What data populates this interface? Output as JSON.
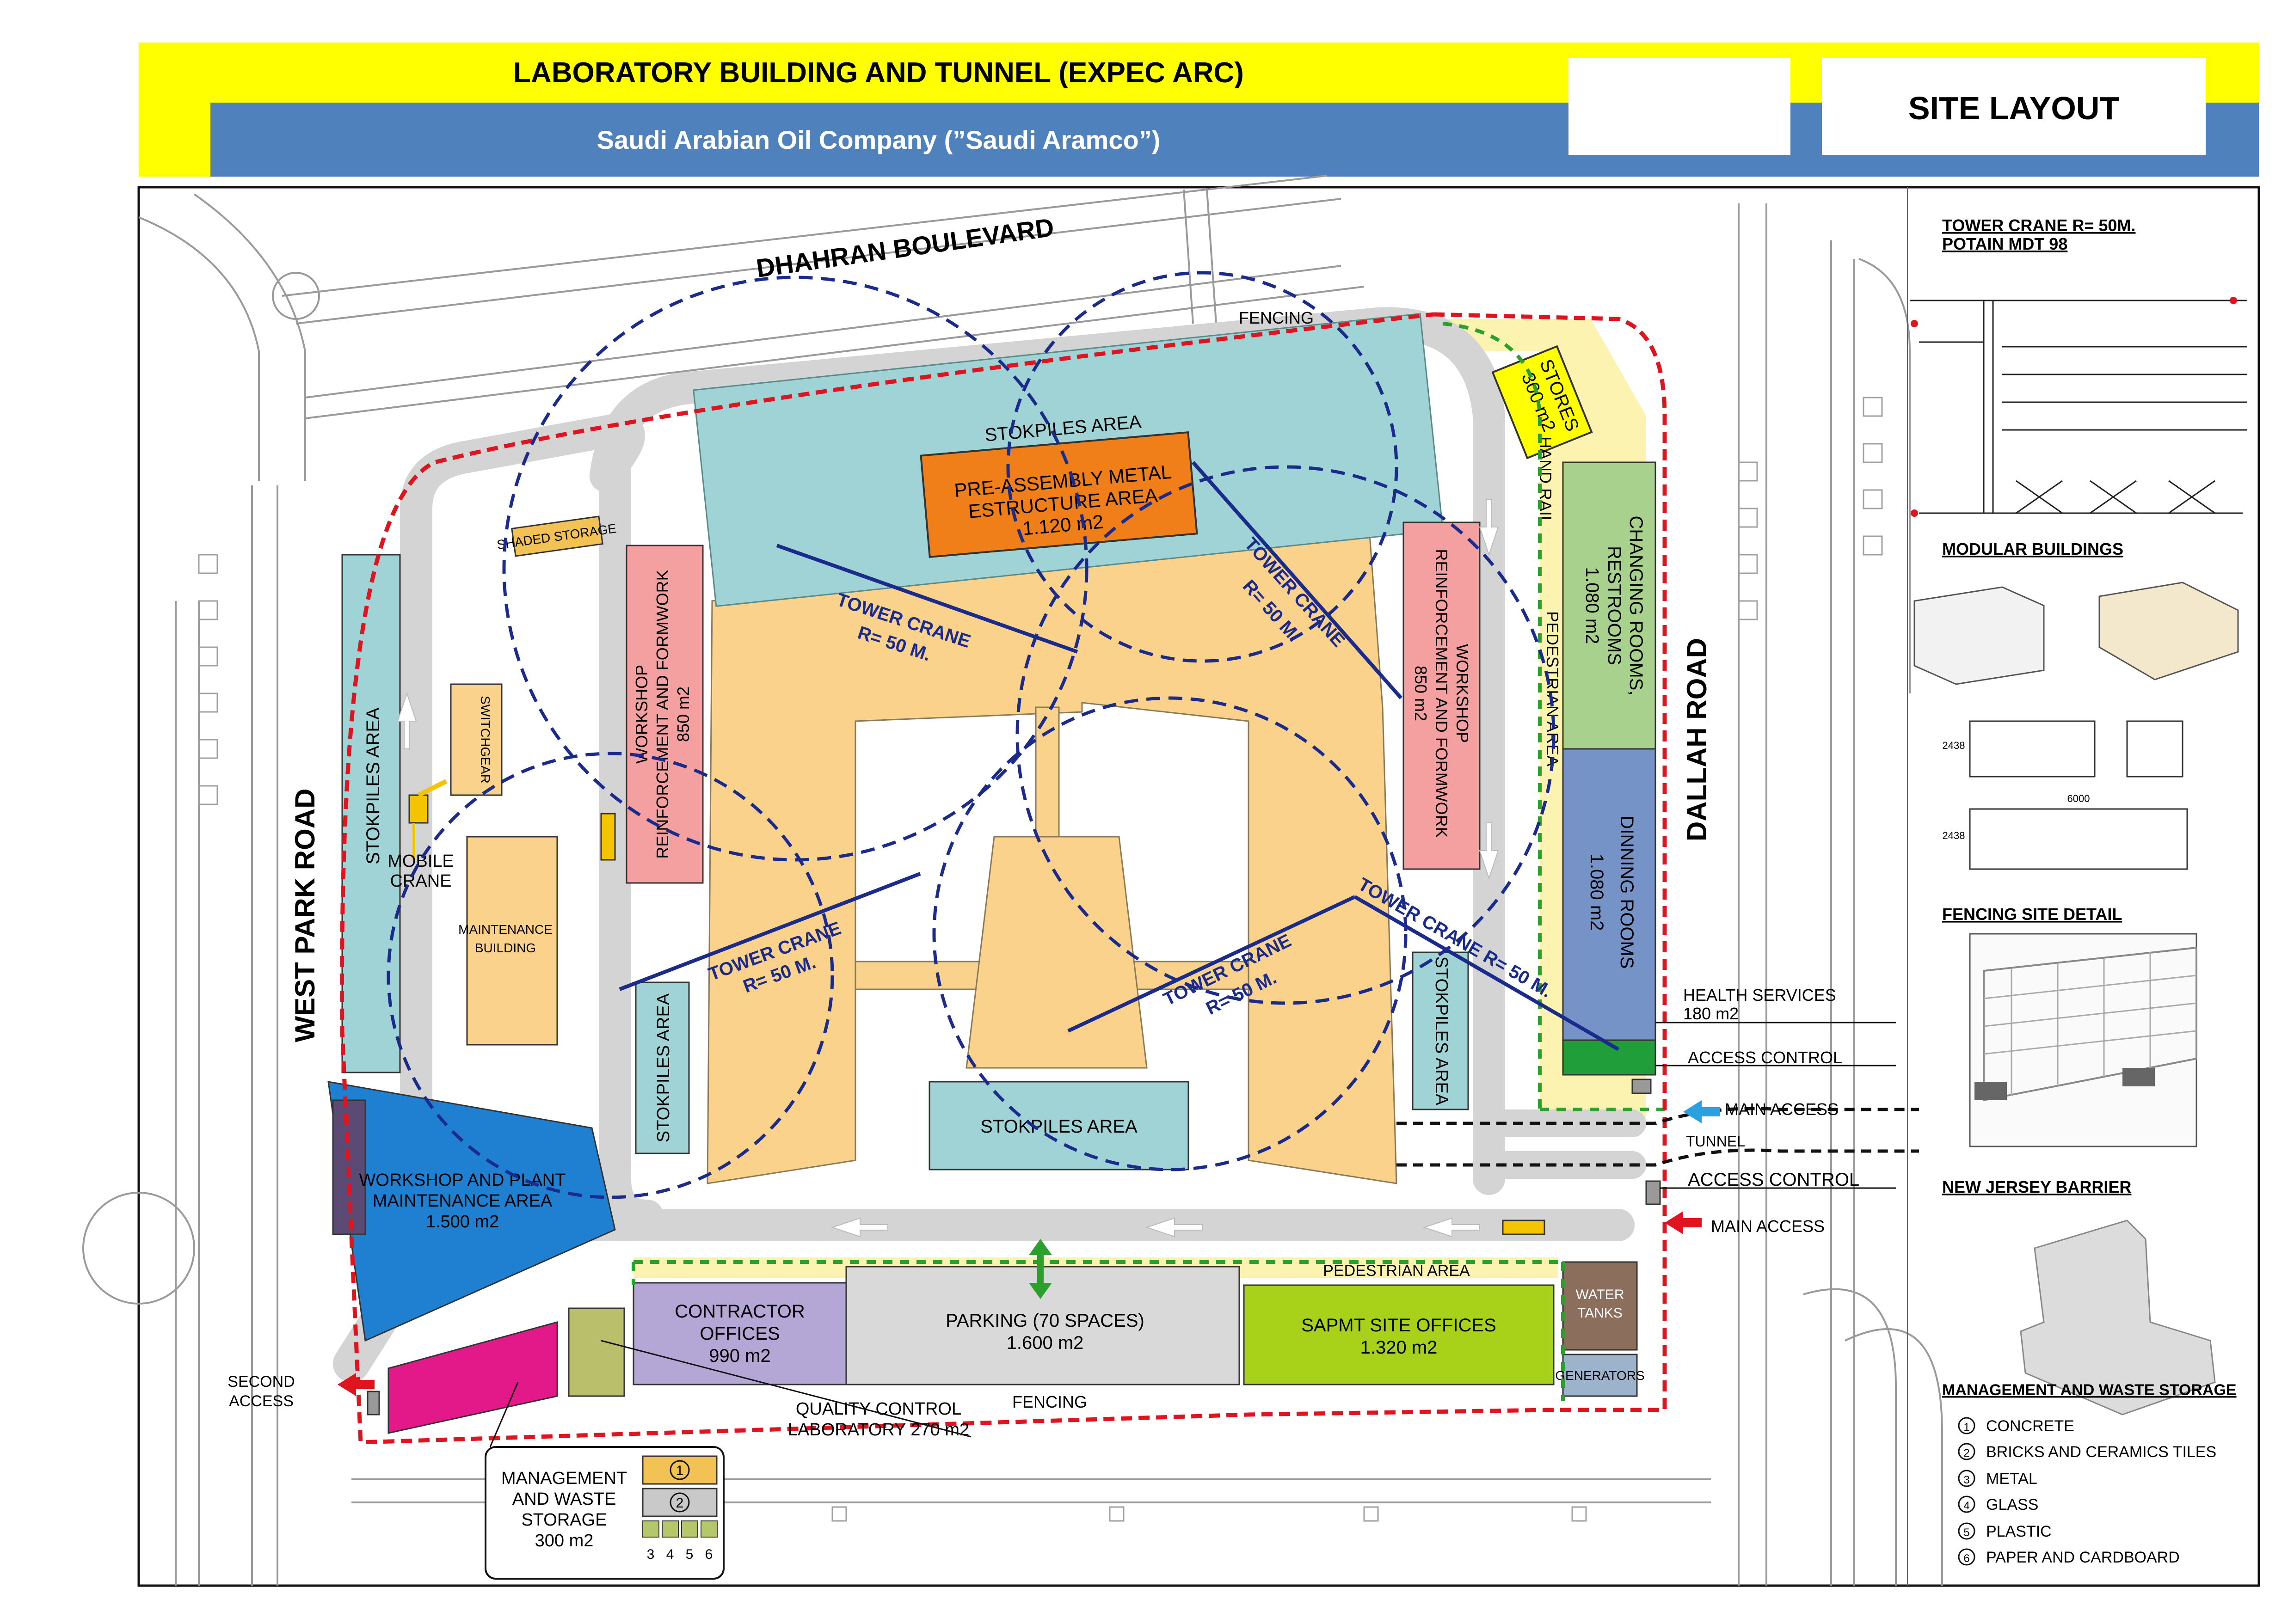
{
  "header": {
    "title": "LABORATORY BUILDING AND TUNNEL (EXPEC ARC)",
    "subtitle": "Saudi Arabian Oil Company (”Saudi Aramco”)",
    "sheet_title": "SITE LAYOUT",
    "colors": {
      "yellow": "#ffff00",
      "blue": "#4f81bd"
    }
  },
  "roads": {
    "dhahran": "DHAHRAN BOULEVARD",
    "west_park": "WEST PARK ROAD",
    "dallah": "DALLAH ROAD"
  },
  "zones": {
    "stockpiles_top": "STOKPILES AREA",
    "pre_assembly_1": "PRE-ASSEMBLY METAL",
    "pre_assembly_2": "ESTRUCTURE AREA",
    "pre_assembly_3": "1.120 m2",
    "shaded_storage": "SHADED STORAGE",
    "stores_1": "STORES",
    "stores_2": "300 m2",
    "hand_rail": "HAND RAIL",
    "pedestrian_area": "PEDESTRIAN AREA",
    "changing_1": "CHANGING ROOMS,",
    "changing_2": "RESTROOMS",
    "changing_3": "1.080 m2",
    "dining_1": "DINNING ROOMS",
    "dining_2": "1.080 m2",
    "stockpiles_left": "STOKPILES AREA",
    "switchgear": "SWITCHGEAR",
    "mobile_crane_1": "MOBILE",
    "mobile_crane_2": "CRANE",
    "maintenance_1": "MAINTENANCE",
    "maintenance_2": "BUILDING",
    "workshop_left_1": "WORKSHOP",
    "workshop_left_2": "REINFORCEMENT AND FORMWORK",
    "workshop_left_3": "850 m2",
    "workshop_right_1": "WORKSHOP",
    "workshop_right_2": "REINFORCEMENT AND FORMWORK",
    "workshop_right_3": "850 m2",
    "stockpiles_mid_left": "STOKPILES AREA",
    "stockpiles_mid_right": "STOKPILES AREA",
    "stockpiles_bottom": "STOKPILES AREA",
    "workshop_plant_1": "WORKSHOP AND PLANT",
    "workshop_plant_2": "MAINTENANCE AREA",
    "workshop_plant_3": "1.500 m2",
    "contractor_1": "CONTRACTOR",
    "contractor_2": "OFFICES",
    "contractor_3": "990 m2",
    "parking_1": "PARKING (70 SPACES)",
    "parking_2": "1.600 m2",
    "sapmt_1": "SAPMT SITE OFFICES",
    "sapmt_2": "1.320 m2",
    "pedestrian_bottom": "PEDESTRIAN AREA",
    "water_1": "WATER",
    "water_2": "TANKS",
    "generators": "GENERATORS",
    "fencing_top": "FENCING",
    "fencing_bottom": "FENCING",
    "qc_1": "QUALITY CONTROL",
    "qc_2": "LABORATORY 270 m2",
    "second_access_1": "SECOND",
    "second_access_2": "ACCESS",
    "health_1": "HEALTH SERVICES",
    "health_2": "180 m2",
    "access_control_top": "ACCESS CONTROL",
    "main_access_top": "MAIN ACCESS",
    "tunnel": "TUNNEL",
    "access_control_bottom": "ACCESS CONTROL",
    "main_access_bottom": "MAIN ACCESS",
    "mgmt_1": "MANAGEMENT",
    "mgmt_2": "AND WASTE",
    "mgmt_3": "STORAGE",
    "mgmt_4": "300 m2"
  },
  "cranes": {
    "label_1": "TOWER CRANE",
    "label_2": "R= 50 M.",
    "label_inline": "TOWER CRANE R= 50 M."
  },
  "waste_numbers": [
    "1",
    "2",
    "3",
    "4",
    "5",
    "6"
  ],
  "legend": {
    "tower_crane_1": "TOWER CRANE R= 50M.",
    "tower_crane_2": "POTAIN MDT 98",
    "modular": "MODULAR BUILDINGS",
    "fencing": "FENCING SITE DETAIL",
    "barrier": "NEW JERSEY BARRIER",
    "waste_title": "MANAGEMENT AND WASTE STORAGE",
    "waste_items": [
      "CONCRETE",
      "BRICKS AND CERAMICS TILES",
      "METAL",
      "GLASS",
      "PLASTIC",
      "PAPER AND CARDBOARD"
    ],
    "modular_dims": [
      "6000",
      "2438",
      "2438"
    ]
  },
  "colors": {
    "building": "#fad28c",
    "stockpile": "#9fd3d6",
    "workshop": "#f4a0a0",
    "pre_assembly": "#f07f1a",
    "changing": "#a9d18e",
    "dining": "#7693c8",
    "health": "#1f9e3a",
    "contractor": "#b4a7d6",
    "parking": "#d9d9d9",
    "sapmt": "#a8d11a",
    "water": "#8c6e5d",
    "generators": "#9db3cc",
    "workshop_plant": "#1f7fd1",
    "qc_lab": "#b9bf6a",
    "mgmt_pink": "#e3198a",
    "fence_red": "#e0141e",
    "pedestrian_green": "#2ca02c",
    "crane_blue": "#1b2b8c"
  }
}
